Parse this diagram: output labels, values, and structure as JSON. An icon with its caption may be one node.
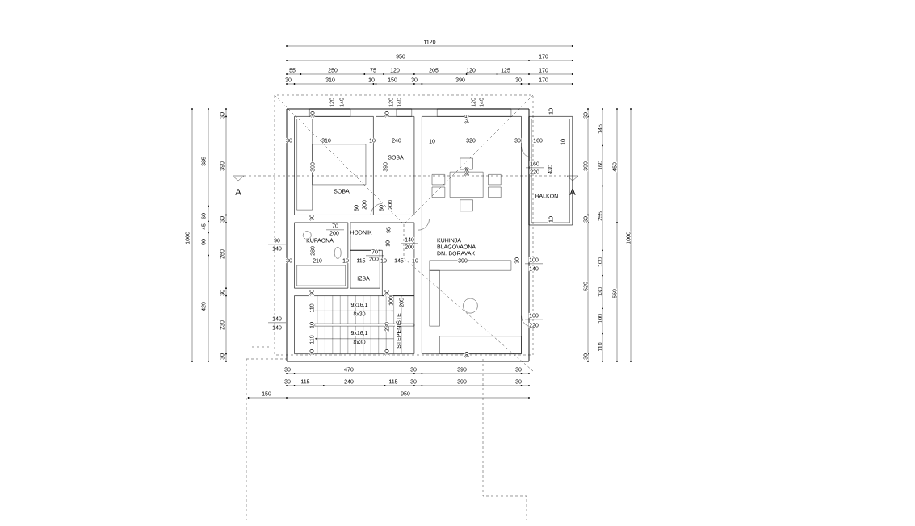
{
  "diagram": {
    "nodes": [
      {
        "text": [
          "SOBA"
        ]
      },
      {
        "text": [
          "SOBA"
        ]
      },
      {
        "text": [
          "BALKON"
        ]
      },
      {
        "text": [
          "HODNIK"
        ]
      },
      {
        "text": [
          "KUPAONA"
        ]
      },
      {
        "text": [
          "KUHINJA BLAGOVAONA DN. BORAVAK"
        ]
      },
      {
        "text": [
          "IZBA"
        ]
      },
      {
        "text": [
          "STEPENIŠTE"
        ]
      }
    ],
    "labels": [
      "1120",
      "950",
      "170",
      "55",
      "250",
      "75",
      "120",
      "205",
      "120",
      "125",
      "170",
      "30",
      "310",
      "10",
      "150",
      "30",
      "390",
      "30",
      "170",
      "1000",
      "385",
      "60",
      "45",
      "90",
      "420",
      "30",
      "390",
      "30",
      "260",
      "30",
      "230",
      "30",
      "30",
      "390",
      "30",
      "520",
      "30",
      "145",
      "160",
      "255",
      "100",
      "130",
      "100",
      "110",
      "450",
      "550",
      "1000",
      "30",
      "470",
      "30",
      "390",
      "30",
      "30",
      "115",
      "240",
      "115",
      "30",
      "390",
      "30",
      "150",
      "950",
      "A",
      "A",
      "120",
      "140",
      "120",
      "140",
      "345",
      "120",
      "140",
      "30",
      "30",
      "10",
      "30",
      "310",
      "10",
      "240",
      "10",
      "320",
      "30",
      "160",
      "10",
      "390",
      "390",
      "388",
      "160",
      "220",
      "430",
      "80",
      "200",
      "80",
      "200",
      "30",
      "10",
      "70",
      "200",
      "95",
      "140",
      "200",
      "90",
      "140",
      "280",
      "10",
      "30",
      "210",
      "10",
      "115",
      "70",
      "200",
      "10",
      "145",
      "10",
      "390",
      "30",
      "100",
      "140",
      "30",
      "30",
      "100",
      "205",
      "9x16,1",
      "8x30",
      "9x16,1",
      "8x30",
      "110",
      "10",
      "110",
      "230",
      "100",
      "220",
      "140",
      "140",
      "30",
      "30",
      "30"
    ]
  }
}
